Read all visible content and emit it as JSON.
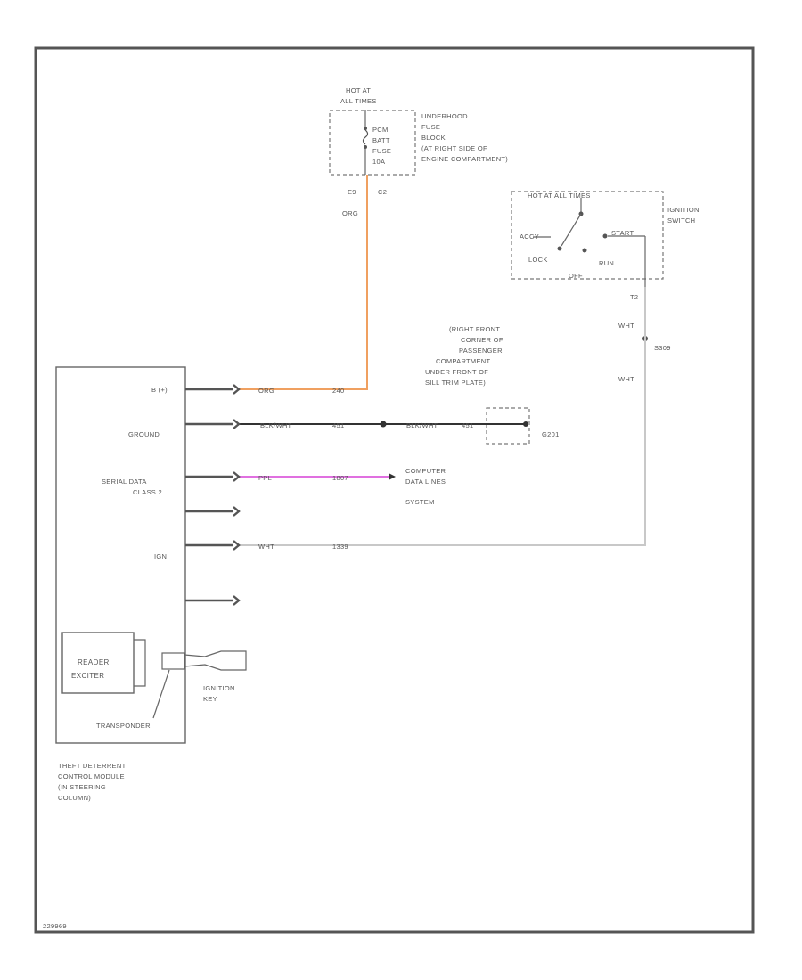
{
  "diagram": {
    "colors": {
      "border": "#555555",
      "orange_wire": "#f0a060",
      "magenta_wire": "#e070e0",
      "black_wire": "#333333",
      "white_wire": "#c8c8c8",
      "ink": "#555555"
    },
    "fuse_block": {
      "hot_label_1": "HOT AT",
      "hot_label_2": "ALL TIMES",
      "fuse_name_1": "PCM",
      "fuse_name_2": "BATT",
      "fuse_name_3": "FUSE",
      "fuse_amps": "10A",
      "location_1": "UNDERHOOD",
      "location_2": "FUSE",
      "location_3": "BLOCK",
      "location_4": "(AT RIGHT SIDE OF",
      "location_5": "ENGINE COMPARTMENT)",
      "pin_left": "E9",
      "pin_right": "C2",
      "wire_color": "ORG"
    },
    "ignition_switch": {
      "hot_label": "HOT AT ALL TIMES",
      "name_1": "IGNITION",
      "name_2": "SWITCH",
      "pos_accy": "ACCY",
      "pos_start": "START",
      "pos_lock": "LOCK",
      "pos_off": "OFF",
      "pos_run": "RUN",
      "terminal": "T2",
      "wire_color_1": "WHT",
      "splice": "S309",
      "wire_color_2": "WHT"
    },
    "ground_location": {
      "line_1": "(RIGHT FRONT",
      "line_2": "CORNER OF",
      "line_3": "PASSENGER",
      "line_4": "COMPARTMENT",
      "line_5": "UNDER FRONT OF",
      "line_6": "SILL TRIM PLATE)",
      "ground_id": "G201"
    },
    "module": {
      "pins": {
        "b_plus": "B (+)",
        "ground": "GROUND",
        "serial_1": "SERIAL DATA",
        "serial_2": "CLASS 2",
        "ign": "IGN"
      },
      "reader_1": "READER",
      "reader_2": "EXCITER",
      "transponder": "TRANSPONDER",
      "key_1": "IGNITION",
      "key_2": "KEY",
      "caption_1": "THEFT DETERRENT",
      "caption_2": "CONTROL MODULE",
      "caption_3": "(IN STEERING",
      "caption_4": "COLUMN)"
    },
    "wires": {
      "b_plus": {
        "color_a": "ORG",
        "circuit": "240"
      },
      "ground": {
        "color_a": "BLK/WHT",
        "circuit": "451",
        "color_b": "BLK/WHT",
        "circuit_b": "451"
      },
      "serial": {
        "color_a": "PPL",
        "circuit": "1807"
      },
      "serial_dest_1": "COMPUTER",
      "serial_dest_2": "DATA LINES",
      "serial_dest_3": "SYSTEM",
      "ign": {
        "color_a": "WHT",
        "circuit": "1339"
      }
    },
    "diagram_id": "229969"
  }
}
